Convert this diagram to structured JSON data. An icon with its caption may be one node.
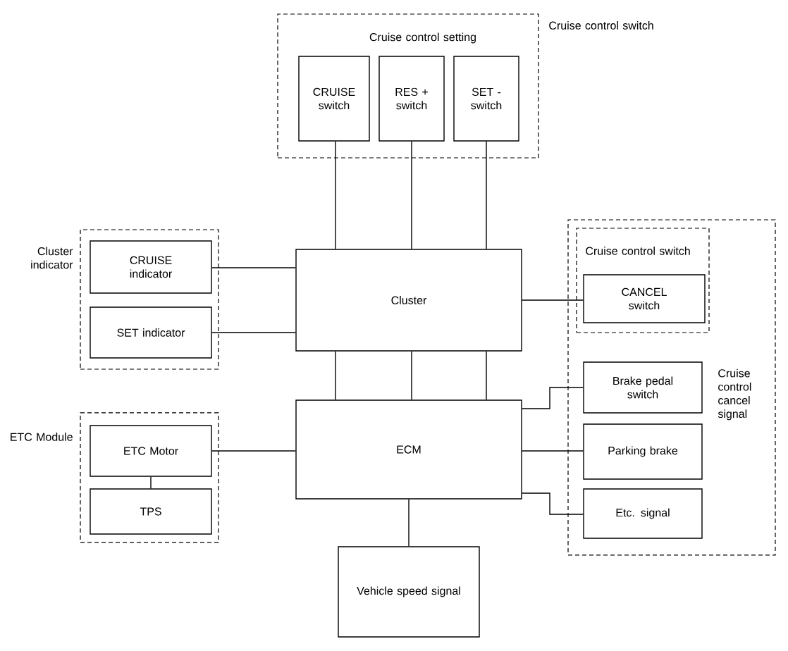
{
  "diagram": {
    "nodes": [
      {
        "text": [
          "Cruise control switch",
          "Cruise control setting"
        ]
      },
      {
        "text": [
          "CRUISE switch"
        ],
        "in": 0
      },
      {
        "text": [
          "RES + switch"
        ],
        "in": 0
      },
      {
        "text": [
          "SET - switch"
        ],
        "in": 0
      },
      {
        "text": [
          "Cluster indicator"
        ]
      },
      {
        "text": [
          "CRUISE indicator"
        ],
        "in": 4
      },
      {
        "text": [
          "SET indicator"
        ],
        "in": 4
      },
      {
        "text": [
          "Cluster"
        ]
      },
      {
        "text": [
          "Cruise control cancel signal"
        ]
      },
      {
        "text": [
          "Cruise control switch"
        ],
        "in": 8
      },
      {
        "text": [
          "CANCEL switch"
        ],
        "in": 9
      },
      {
        "text": [
          "Brake pedal switch"
        ],
        "in": 8
      },
      {
        "text": [
          "Parking brake"
        ],
        "in": 8
      },
      {
        "text": [
          "Etc. signal"
        ],
        "in": 8
      },
      {
        "text": [
          "ETC Module"
        ]
      },
      {
        "text": [
          "ETC Motor"
        ],
        "in": 14
      },
      {
        "text": [
          "TPS"
        ],
        "in": 14
      },
      {
        "text": [
          "ECM"
        ]
      },
      {
        "text": [
          "Vehicle speed signal"
        ]
      }
    ],
    "edges": [
      {
        "from": 1,
        "to": 7,
        "arrow": "none"
      },
      {
        "from": 2,
        "to": 7,
        "arrow": "none"
      },
      {
        "from": 3,
        "to": 7,
        "arrow": "none"
      },
      {
        "from": 5,
        "to": 7,
        "arrow": "none"
      },
      {
        "from": 6,
        "to": 7,
        "arrow": "none"
      },
      {
        "from": 7,
        "to": 10,
        "arrow": "none"
      },
      {
        "from": 7,
        "to": 17,
        "arrow": "none"
      },
      {
        "from": 7,
        "to": 17,
        "arrow": "none"
      },
      {
        "from": 7,
        "to": 17,
        "arrow": "none"
      },
      {
        "from": 17,
        "to": 11,
        "arrow": "none"
      },
      {
        "from": 17,
        "to": 12,
        "arrow": "none"
      },
      {
        "from": 17,
        "to": 13,
        "arrow": "none"
      },
      {
        "from": 17,
        "to": 15,
        "arrow": "none"
      },
      {
        "from": 15,
        "to": 16,
        "arrow": "none"
      },
      {
        "from": 17,
        "to": 18,
        "arrow": "none"
      }
    ]
  }
}
